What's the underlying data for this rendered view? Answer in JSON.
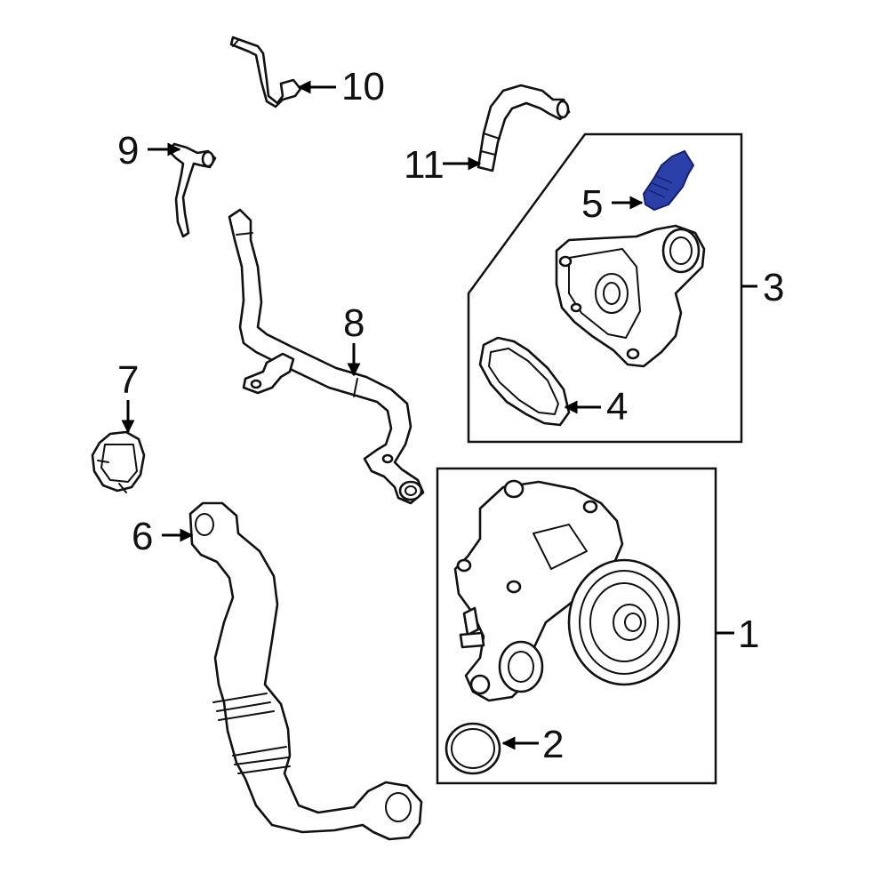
{
  "diagram": {
    "callouts": [
      {
        "id": "1",
        "label": "1"
      },
      {
        "id": "2",
        "label": "2"
      },
      {
        "id": "3",
        "label": "3"
      },
      {
        "id": "4",
        "label": "4"
      },
      {
        "id": "5",
        "label": "5"
      },
      {
        "id": "6",
        "label": "6"
      },
      {
        "id": "7",
        "label": "7"
      },
      {
        "id": "8",
        "label": "8"
      },
      {
        "id": "9",
        "label": "9"
      },
      {
        "id": "10",
        "label": "10"
      },
      {
        "id": "11",
        "label": "11"
      }
    ],
    "colors": {
      "line": "#111111",
      "background": "#ffffff",
      "highlight": "#2b3fa8",
      "highlight_dark": "#14206b"
    }
  }
}
